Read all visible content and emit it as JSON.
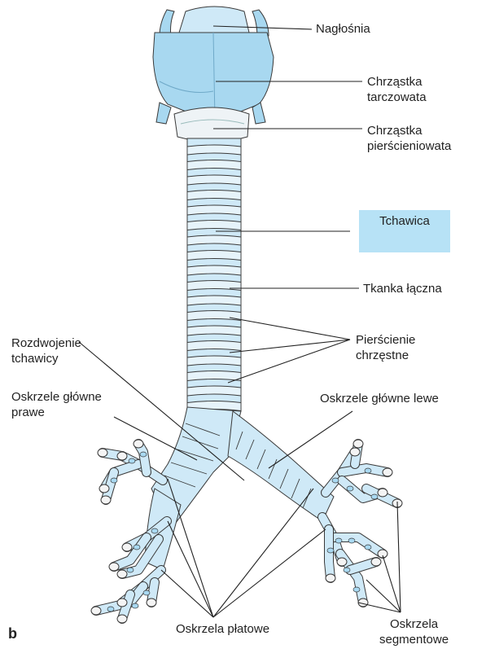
{
  "figure": {
    "panel_letter": "b",
    "labels": {
      "naglosnia": "Nagłośnia",
      "chrzastka_tarczowata": [
        "Chrząstka",
        "tarczowata"
      ],
      "chrzastka_pierscieniowata": [
        "Chrząstka",
        "pierścieniowata"
      ],
      "tchawica": "Tchawica",
      "tkanka_laczna": "Tkanka łączna",
      "pierscienie_chrzestne": [
        "Pierścienie",
        "chrzęstne"
      ],
      "rozdwojenie_tchawicy": [
        "Rozdwojenie",
        "tchawicy"
      ],
      "oskrzele_glowne_prawe": [
        "Oskrzele główne",
        "prawe"
      ],
      "oskrzele_glowne_lewe": "Oskrzele główne lewe",
      "oskrzela_platowe": "Oskrzela płatowe",
      "oskrzela_segmentowe": [
        "Oskrzela",
        "segmentowe"
      ]
    },
    "colors": {
      "tissue": "#cfe9f7",
      "tissue_dark": "#a9d9f2",
      "larynx": "#a8d8f0",
      "cartilage_ring": "#eef3f6",
      "outline": "#3a3a3a",
      "highlight": "#b7e2f6"
    }
  }
}
